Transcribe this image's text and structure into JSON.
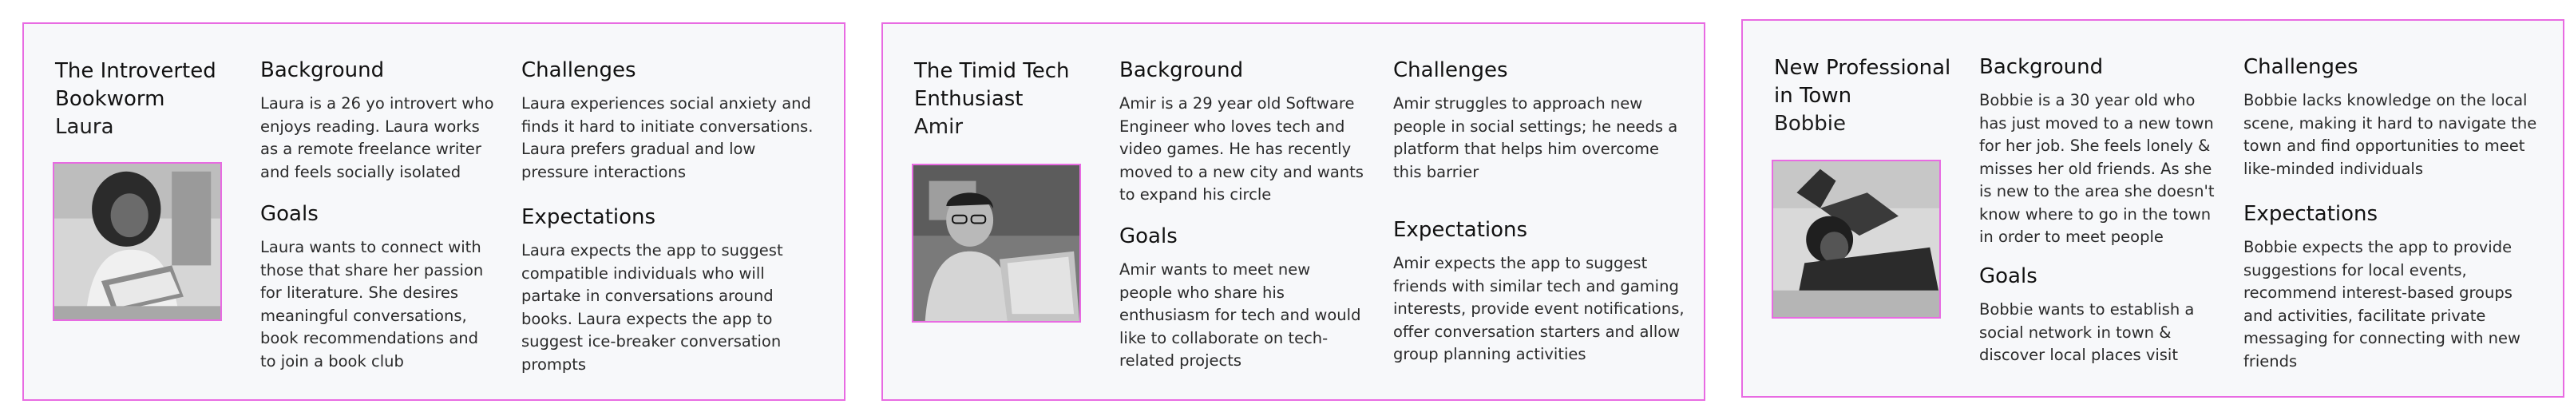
{
  "personas": [
    {
      "title_line1": "The Introverted",
      "title_line2": "Bookworm",
      "name": "Laura",
      "photo_icon": "woman-reading-book-photo",
      "background_heading": "Background",
      "background_lines": [
        "Laura is a 26 yo introvert who",
        "enjoys reading. Laura works",
        "as a remote freelance writer",
        "and feels socially isolated"
      ],
      "goals_heading": "Goals",
      "goals_lines": [
        "Laura wants to connect with",
        "those that share her passion",
        "for literature. She desires",
        "meaningful conversations,",
        "book recommendations and",
        "to join a book club"
      ],
      "challenges_heading": "Challenges",
      "challenges_lines": [
        "Laura experiences social anxiety and",
        "finds it hard to initiate conversations.",
        "Laura prefers gradual and low",
        "pressure interactions"
      ],
      "expectations_heading": "Expectations",
      "expectations_lines": [
        "Laura expects the app to suggest",
        "compatible individuals who will",
        "partake in conversations around",
        "books. Laura expects the app to",
        "suggest ice-breaker conversation",
        "prompts"
      ]
    },
    {
      "title_line1": "The Timid Tech",
      "title_line2": "Enthusiast",
      "name": "Amir",
      "photo_icon": "man-at-laptop-photo",
      "background_heading": "Background",
      "background_lines": [
        "Amir is a 29 year old Software",
        "Engineer who loves tech and",
        "video games. He has recently",
        "moved to a new city and wants",
        "to expand his circle"
      ],
      "goals_heading": "Goals",
      "goals_lines": [
        "Amir wants to meet new",
        "people who share his",
        "enthusiasm for tech and would",
        "like to collaborate on tech-",
        "related projects"
      ],
      "challenges_heading": "Challenges",
      "challenges_lines": [
        "Amir struggles to approach new",
        "people in social settings; he needs a",
        "platform that helps him overcome",
        "this barrier"
      ],
      "expectations_heading": "Expectations",
      "expectations_lines": [
        "Amir expects the app to suggest",
        "friends with similar tech and gaming",
        "interests, provide event notifications,",
        "offer conversation starters and allow",
        "group planning activities"
      ]
    },
    {
      "title_line1": "New Professional",
      "title_line2": "in Town",
      "name": "Bobbie",
      "photo_icon": "woman-lying-on-blanket-photo",
      "background_heading": "Background",
      "background_lines": [
        "Bobbie is a 30 year old who",
        "has just moved to a new town",
        "for her job. She feels lonely &",
        "misses her old friends. As she",
        "is new to the area she doesn't",
        "know where to go in the town",
        "in order to meet people"
      ],
      "goals_heading": "Goals",
      "goals_lines": [
        "Bobbie wants to establish a",
        "social network in town &",
        "discover local places visit"
      ],
      "challenges_heading": "Challenges",
      "challenges_lines": [
        "Bobbie lacks knowledge on the local",
        "scene, making it hard to navigate the",
        "town and find opportunities to meet",
        "like-minded individuals"
      ],
      "expectations_heading": "Expectations",
      "expectations_lines": [
        "Bobbie expects the app to provide",
        "suggestions for local events,",
        "recommend interest-based groups",
        "and activities, facilitate private",
        "messaging for connecting with new",
        "friends"
      ]
    }
  ],
  "colors": {
    "card_border": "#e86be2",
    "card_background": "#f7f8fa",
    "text": "#1c1c1c"
  }
}
